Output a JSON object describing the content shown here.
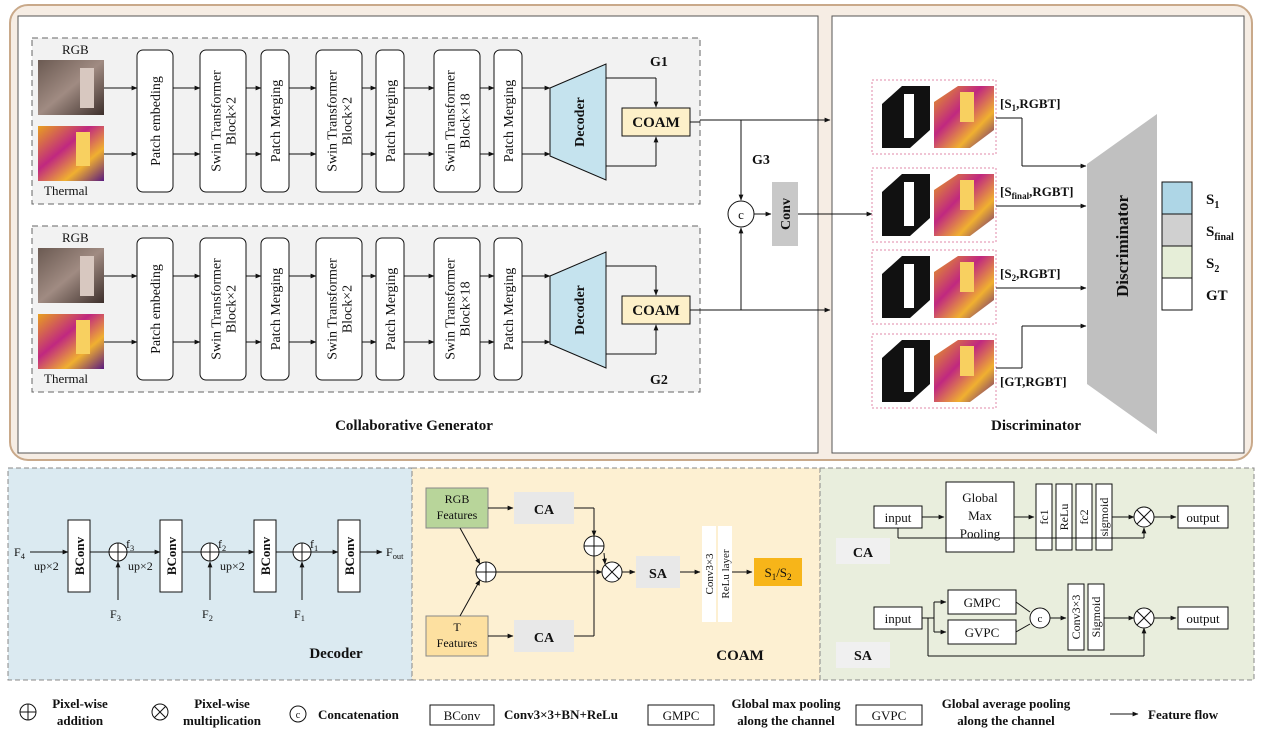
{
  "generator": {
    "title": "Collaborative Generator",
    "g1": "G1",
    "g2": "G2",
    "g3": "G3",
    "rgb": "RGB",
    "thermal": "Thermal",
    "patch_embed": "Patch embeding",
    "swin2": "Swin Transformer Block×2",
    "swin18": "Swin Transformer Block×18",
    "patch_merge": "Patch Merging",
    "decoder": "Decoder",
    "coam": "COAM",
    "concat": "c",
    "conv": "Conv"
  },
  "discriminator": {
    "title": "Discriminator",
    "block": "Discriminator",
    "pairs": [
      "[S1,RGBT]",
      "[Sfinal,RGBT]",
      "[S2,RGBT]",
      "[GT,RGBT]"
    ],
    "legend": [
      {
        "label": "S1",
        "color": "#aed6e6"
      },
      {
        "label": "Sfinal",
        "color": "#d0d0d0"
      },
      {
        "label": "S2",
        "color": "#e6eed8"
      },
      {
        "label": "GT",
        "color": "#ffffff"
      }
    ]
  },
  "decoder_detail": {
    "title": "Decoder",
    "f4": "F4",
    "f3": "F3",
    "f2": "F2",
    "f1": "F1",
    "fout": "Fout",
    "bconv": "BConv",
    "up": "up×2",
    "f3s": "f3",
    "f2s": "f2",
    "f1s": "f1"
  },
  "coam_detail": {
    "title": "COAM",
    "rgb_features": "RGB Features",
    "t_features": "T Features",
    "ca": "CA",
    "sa": "SA",
    "conv3": "Conv3×3",
    "relu": "ReLu layer",
    "out": "S1/S2"
  },
  "ca_sa_detail": {
    "ca_label": "CA",
    "sa_label": "SA",
    "input": "input",
    "output": "output",
    "gmp": "Global Max Pooling",
    "fc1": "fc1",
    "relu": "ReLu",
    "fc2": "fc2",
    "sigmoid": "sigmoid",
    "gmpc": "GMPC",
    "gvpc": "GVPC",
    "conv3": "Conv3×3",
    "sigmoid2": "Sigmoid"
  },
  "legend": {
    "add": "Pixel-wise addition",
    "mul": "Pixel-wise multiplication",
    "concat": "Concatenation",
    "bconv": "BConv",
    "bconv_desc": "Conv3×3+BN+ReLu",
    "gmpc": "GMPC",
    "gmpc_desc": "Global max pooling along the channel",
    "gvpc": "GVPC",
    "gvpc_desc": "Global average pooling along the channel",
    "flow": "Feature flow"
  },
  "colors": {
    "decoder_bg": "#dbeaf1",
    "coam_bg": "#fdf0d2",
    "casa_bg": "#e9eedd",
    "top_border": "#c9a98a",
    "decoder_shape": "#c5e3ee",
    "coam_box": "#fdf0c9",
    "rgb_feat": "#b8d59a",
    "t_feat": "#fde0a0",
    "out_box": "#f7b519",
    "disc_shape": "#c0c0c0",
    "conv_box": "#c8c8c8"
  }
}
